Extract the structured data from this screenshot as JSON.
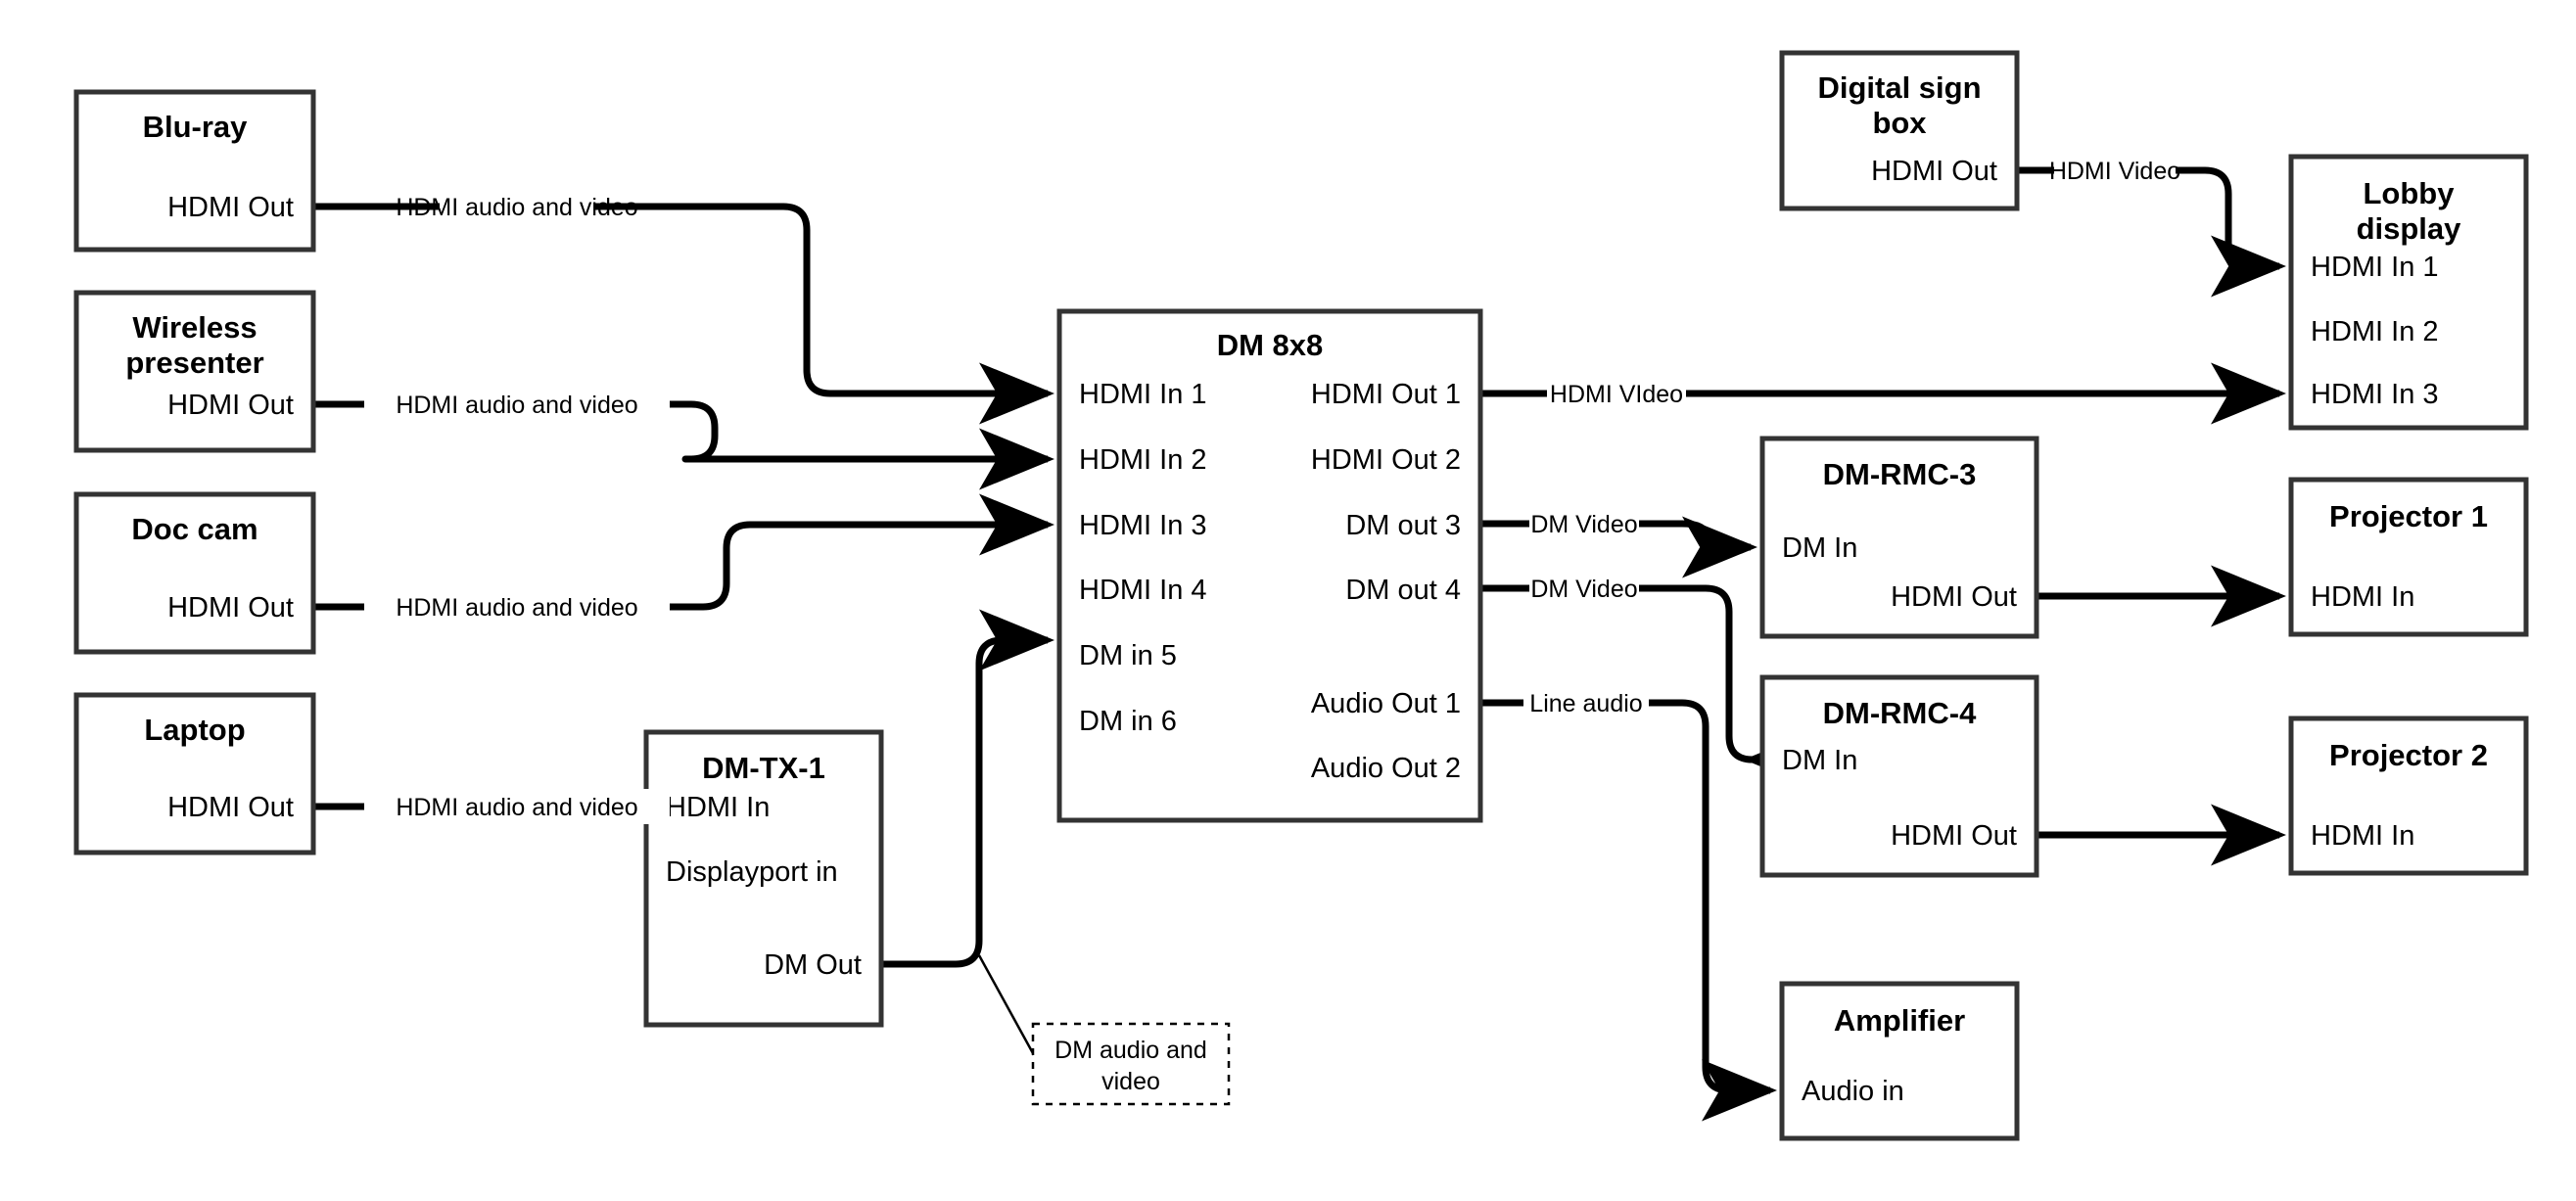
{
  "diagram": {
    "title": "AV signal flow diagram",
    "colors": {
      "box_stroke": "#333333",
      "wire": "#000000",
      "background": "#ffffff",
      "note_stroke": "#000000"
    },
    "nodes": {
      "bluray": {
        "title": "Blu-ray",
        "ports": {
          "hdmi_out": "HDMI Out"
        }
      },
      "wireless_presenter": {
        "title_line1": "Wireless",
        "title_line2": "presenter",
        "ports": {
          "hdmi_out": "HDMI Out"
        }
      },
      "doc_cam": {
        "title": "Doc cam",
        "ports": {
          "hdmi_out": "HDMI Out"
        }
      },
      "laptop": {
        "title": "Laptop",
        "ports": {
          "hdmi_out": "HDMI Out"
        }
      },
      "dm_tx_1": {
        "title": "DM-TX-1",
        "ports": {
          "hdmi_in": "HDMI In",
          "displayport_in": "Displayport in",
          "dm_out": "DM Out"
        }
      },
      "dm_8x8": {
        "title": "DM 8x8",
        "inputs": [
          "HDMI In 1",
          "HDMI In 2",
          "HDMI In 3",
          "HDMI In 4",
          "DM in 5",
          "DM in 6"
        ],
        "outputs": [
          "HDMI Out 1",
          "HDMI Out 2",
          "DM out 3",
          "DM out 4",
          "Audio Out 1",
          "Audio Out 2"
        ]
      },
      "digital_sign_box": {
        "title_line1": "Digital sign",
        "title_line2": "box",
        "ports": {
          "hdmi_out": "HDMI Out"
        }
      },
      "lobby_display": {
        "title_line1": "Lobby",
        "title_line2": "display",
        "inputs": [
          "HDMI In 1",
          "HDMI In 2",
          "HDMI In 3"
        ]
      },
      "dm_rmc_3": {
        "title": "DM-RMC-3",
        "ports": {
          "dm_in": "DM In",
          "hdmi_out": "HDMI Out"
        }
      },
      "dm_rmc_4": {
        "title": "DM-RMC-4",
        "ports": {
          "dm_in": "DM In",
          "hdmi_out": "HDMI Out"
        }
      },
      "projector_1": {
        "title": "Projector 1",
        "ports": {
          "hdmi_in": "HDMI In"
        }
      },
      "projector_2": {
        "title": "Projector 2",
        "ports": {
          "hdmi_in": "HDMI In"
        }
      },
      "amplifier": {
        "title": "Amplifier",
        "ports": {
          "audio_in": "Audio in"
        }
      }
    },
    "connection_labels": {
      "bluray_to_dm": "HDMI audio and video",
      "wireless_to_dm": "HDMI audio and video",
      "doccam_to_dm": "HDMI audio and video",
      "laptop_to_tx": "HDMI audio and video",
      "dm_out1_to_lobby": "HDMI VIdeo",
      "dm_out3_to_rmc3": "DM Video",
      "dm_out4_to_rmc4": "DM Video",
      "audio_out1_to_amp": "Line audio",
      "sign_to_lobby": "HDMI Video"
    },
    "callout": {
      "line1": "DM audio and",
      "line2": "video"
    }
  }
}
